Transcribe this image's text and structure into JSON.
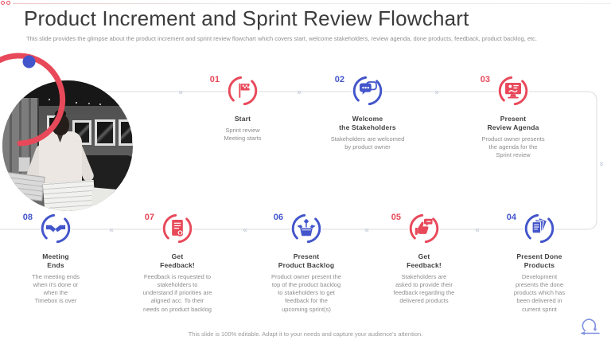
{
  "slide": {
    "title": "Product Increment and Sprint Review Flowchart",
    "subtitle": "This slide provides the glimpse about the product increment and sprint review flowchart which covers start, welcome stakeholders, review agenda, done products, feedback, product backlog, etc.",
    "footer_note": "This slide is 100% editable. Adapt it to your needs and capture your audience's attention."
  },
  "palette": {
    "accent_red": "#E8495A",
    "accent_blue": "#4355CB",
    "connector_line": "#E2E2E2",
    "chevron_gray": "#C9CFDA",
    "title_text": "#3B3B3B",
    "muted_text": "#8C8C8C"
  },
  "decor": {
    "chevron_right": "»",
    "chevron_left": "«",
    "photo_description": "Black and white photo of a woman reviewing large printed documents at a desk",
    "progress_arc": "red-arc-with-blue-dot",
    "footer_icon": "sprint-loop-icon"
  },
  "steps": [
    {
      "num": "01",
      "color": "red",
      "icon": "flag-icon",
      "title": "Start",
      "desc": "Sprint review\nMeeting starts"
    },
    {
      "num": "02",
      "color": "blue",
      "icon": "chat-bubbles-icon",
      "title": "Welcome\nthe Stakeholders",
      "desc": "Stakeholders are welcomed\nby product owner"
    },
    {
      "num": "03",
      "color": "red",
      "icon": "presentation-screen-icon",
      "title": "Present\nReview Agenda",
      "desc": "Product owner presents\nthe agenda for the\nSprint review"
    },
    {
      "num": "04",
      "color": "blue",
      "icon": "stacked-documents-icon",
      "title": "Present Done\nProducts",
      "desc": "Development\npresents the done\nproducts which has\nbeen delivered in\ncurrent sprint"
    },
    {
      "num": "05",
      "color": "red",
      "icon": "thumbs-up-feedback-icon",
      "title": "Get\nFeedback!",
      "desc": "Stakeholders are\nasked to provide their\nfeedback regarding the\ndelivered products"
    },
    {
      "num": "06",
      "color": "blue",
      "icon": "open-box-icon",
      "title": "Present\nProduct Backlog",
      "desc": "Product owner present the\ntop of the product backlog\nto stakeholders to get\nfeedback for the\nupcoming sprint(s)"
    },
    {
      "num": "07",
      "color": "red",
      "icon": "feedback-list-icon",
      "title": "Get\nFeedback!",
      "desc": "Feedback is requested to\nstakeholders to\nunderstand if priorities are\naligned acc. To their\nneeds on product backlog"
    },
    {
      "num": "08",
      "color": "blue",
      "icon": "handshake-icon",
      "title": "Meeting\nEnds",
      "desc": "The meeting ends\nwhen it's done or\nwhen the\nTimebox is over"
    }
  ]
}
